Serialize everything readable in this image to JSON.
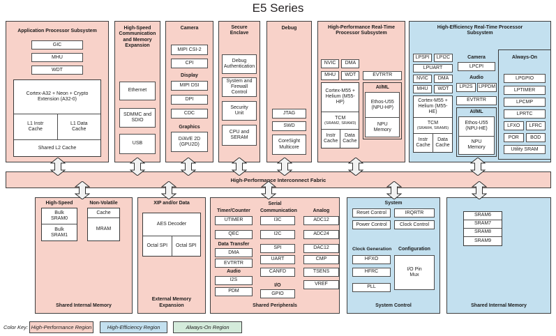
{
  "title": "E5 Series",
  "fabric": {
    "label": "High-Performance Interconnect Fabric"
  },
  "legend": {
    "label": "Color Key:",
    "items": [
      {
        "label": "High-Performance Region",
        "color": "#f8d2c9"
      },
      {
        "label": "High-Efficiency Region",
        "color": "#c3e0ef"
      },
      {
        "label": "Always-On Region",
        "color": "#d4ebdb"
      }
    ]
  },
  "aps": {
    "title": "Application Processor Subsystem",
    "chips": [
      "GIC",
      "MHU",
      "WDT"
    ],
    "cpu": "Cortex-A32 + Neon + Crypto Extension (A32-0)",
    "l1": [
      "L1 Instr Cache",
      "L1 Data Cache"
    ],
    "l2": "Shared L2 Cache"
  },
  "hscomm": {
    "title": "High-Speed Communication and Memory Expansion",
    "items": [
      "Ethernet",
      "SDMMC and SDIO",
      "USB"
    ]
  },
  "camera": {
    "title": "Camera",
    "camera_items": [
      "MIPI CSI-2",
      "CPI"
    ],
    "display_header": "Display",
    "display_items": [
      "MIPI DSI",
      "DPI",
      "CDC"
    ],
    "graphics_header": "Graphics",
    "graphics_item": "D/AVE 2D (GPU2D)"
  },
  "secure": {
    "title": "Secure Enclave",
    "items": [
      "Debug Authentication",
      "System and Firewall Control",
      "Security Unit",
      "CPU and SERAM"
    ]
  },
  "debug": {
    "title": "Debug",
    "items": [
      "JTAG",
      "SWD",
      "CoreSight Multicore"
    ]
  },
  "hprt": {
    "title": "High-Performance Real-Time Processor Subsystem",
    "grid": [
      "NVIC",
      "DMA",
      "MHU",
      "WDT"
    ],
    "evtrtr": "EVTRTR",
    "cpu": "Cortex-M55 + Helium (M55-HP)",
    "tcm": "TCM",
    "tcm_sub": "(SRAM2, SRAM3)",
    "caches": [
      "Instr Cache",
      "Data Cache"
    ],
    "aiml_header": "AI/ML",
    "npu": "Ethos-U55 (NPU-HP)",
    "npu_mem": "NPU Memory"
  },
  "hert": {
    "title": "High-Efficiency Real-Time Processor Subsystem",
    "lp_row": [
      "LPSPI",
      "LPI2C"
    ],
    "lpuart": "LPUART",
    "grid": [
      "NVIC",
      "DMA",
      "MHU",
      "WDT"
    ],
    "cpu": "Cortex-M55 + Helium (M55-HE)",
    "tcm": "TCM",
    "tcm_sub": "(SRAM4, SRAM5)",
    "caches": [
      "Instr Cache",
      "Data Cache"
    ],
    "camera_header": "Camera",
    "lpcpi": "LPCPI",
    "audio_header": "Audio",
    "audio_items": [
      "LPI2S",
      "LPPDM"
    ],
    "evtrtr": "EVTRTR",
    "aiml_header": "AI/ML",
    "npu": "Ethos-U55 (NPU-HE)",
    "npu_mem": "NPU Memory"
  },
  "always_on": {
    "header": "Always-On",
    "items": [
      "LPGPIO",
      "LPTIMER",
      "LPCMP",
      "LPRTC"
    ],
    "pair_rows": [
      [
        "LFXO",
        "LFRC"
      ],
      [
        "POR",
        "BOD"
      ]
    ],
    "utility": "Utility SRAM"
  },
  "sim_left": {
    "hs_header": "High-Speed",
    "nv_header": "Non-Volatile",
    "hs_items": [
      "Bulk SRAM0",
      "Bulk SRAM1"
    ],
    "nv_items": [
      "Cache",
      "MRAM"
    ],
    "footer": "Shared Internal Memory"
  },
  "eme": {
    "header": "XIP and/or Data",
    "aes": "AES Decoder",
    "spi_items": [
      "Octal SPI",
      "Octal SPI"
    ],
    "footer": "External Memory Expansion"
  },
  "periph": {
    "serial_header": "Serial",
    "timer_header": "Timer/Counter",
    "timer_items": [
      "UTIMER",
      "QEC"
    ],
    "dt_header": "Data Transfer",
    "dt_items": [
      "DMA",
      "EVTRTR"
    ],
    "audio_header": "Audio",
    "audio_items": [
      "I2S",
      "PDM"
    ],
    "comm_header": "Communication",
    "comm_items": [
      "I3C",
      "I2C",
      "SPI",
      "UART",
      "CANFD"
    ],
    "io_header": "I/O",
    "io_item": "GPIO",
    "analog_header": "Analog",
    "analog_items": [
      "ADC12",
      "ADC24",
      "DAC12",
      "CMP",
      "TSENS",
      "VREF"
    ],
    "footer": "Shared Peripherals"
  },
  "sysctl": {
    "header": "System",
    "grid": [
      "Reset Control",
      "IRQRTR",
      "Power Control",
      "Clock Control"
    ],
    "cg_header": "Clock Generation",
    "cg_items": [
      "HFXO",
      "HFRC",
      "PLL"
    ],
    "cfg_header": "Configuration",
    "cfg_item": "I/O Pin Mux",
    "footer": "System Control"
  },
  "sim_right": {
    "items": [
      "SRAM6",
      "SRAM7",
      "SRAM8",
      "SRAM9"
    ],
    "footer": "Shared Internal Memory"
  }
}
